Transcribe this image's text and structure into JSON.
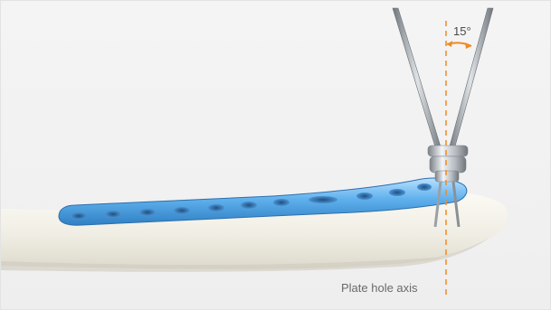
{
  "annotations": {
    "angle_label": "15°",
    "axis_label": "Plate hole axis"
  },
  "colors": {
    "axis_line": "#f08a24",
    "plate": "#5aa9e6",
    "bone": "#f1efe6",
    "background": "#f2f2f2",
    "instrument": "#8e949a"
  },
  "illustration": {
    "subject": "bone plate with locking screw drill guide",
    "guide_angle_degrees": 15
  }
}
